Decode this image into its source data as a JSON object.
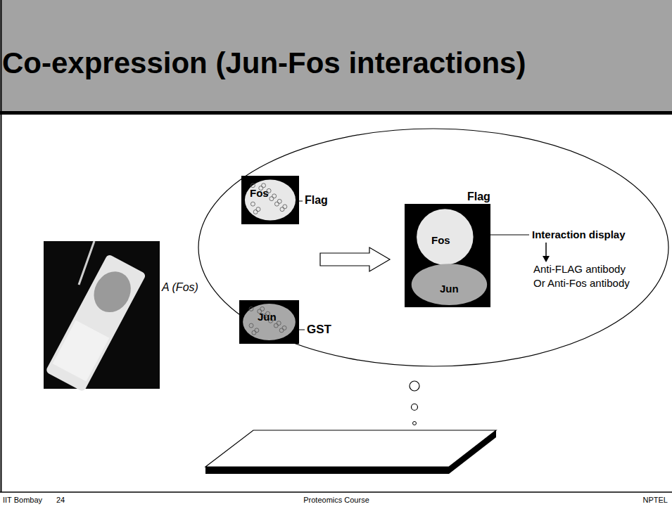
{
  "diagram": {
    "title": "Co-expression (Jun-Fos interactions)",
    "nodes": [
      {
        "text": [
          "Fos"
        ]
      },
      {
        "text": [
          "Jun"
        ]
      },
      {
        "text": [
          "Fos",
          "Jun"
        ]
      }
    ],
    "labels": [
      "A (Fos)",
      "Flag",
      "GST",
      "Flag",
      "Interaction display",
      "Anti-FLAG antibody",
      "Or Anti-Fos antibody",
      "IIT Bombay",
      "24",
      "Proteomics Course",
      "NPTEL"
    ]
  }
}
